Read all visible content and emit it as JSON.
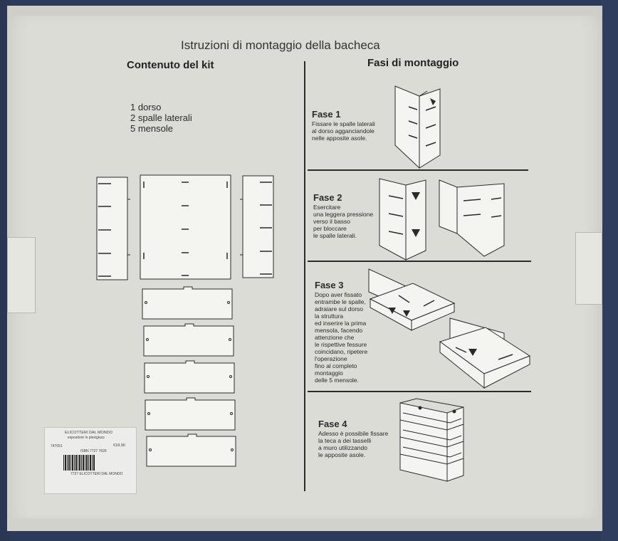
{
  "title": "Istruzioni di montaggio della bacheca",
  "left_heading": "Contenuto del kit",
  "right_heading": "Fasi di montaggio",
  "contents": [
    "1 dorso",
    "2 spalle laterali",
    "5 mensole"
  ],
  "steps": [
    {
      "title": "Fase 1",
      "lines": [
        "Fissare le spalle laterali",
        "al dorso agganciandole",
        "nelle apposite asole."
      ]
    },
    {
      "title": "Fase 2",
      "lines": [
        "Esercitare",
        "una leggera pressione",
        "verso il basso",
        "per bloccare",
        "le spalle laterali."
      ]
    },
    {
      "title": "Fase 3",
      "lines": [
        "Dopo aver fissato",
        "entrambe le spalle,",
        "adraiare sul dorso",
        "la struttura",
        "ed inserire la prima",
        "mensola, facendo",
        "attenzione che",
        "le rispettive fessure",
        "coincidano, ripetere",
        "l'operazione",
        "fino al completo",
        "montaggio",
        "delle 5 mensole."
      ]
    },
    {
      "title": "Fase 4",
      "lines": [
        "Adesso è possibile fissare",
        "la teca a dei tasselli",
        "a muro utilizzando",
        "le apposite asole."
      ]
    }
  ],
  "price_label": {
    "product": "ELICOTTERI DAL MONDO",
    "subtitle": "espositore in plexiglass",
    "code": "747051",
    "isbn": "ISBN 7727 7626",
    "price": "€18,90",
    "footer": "7727 ELICOTTERI DAL MONDO"
  },
  "colors": {
    "box": "#dcdcd6",
    "ink": "#2a2a2a",
    "carpet": "#2b3a5a"
  }
}
